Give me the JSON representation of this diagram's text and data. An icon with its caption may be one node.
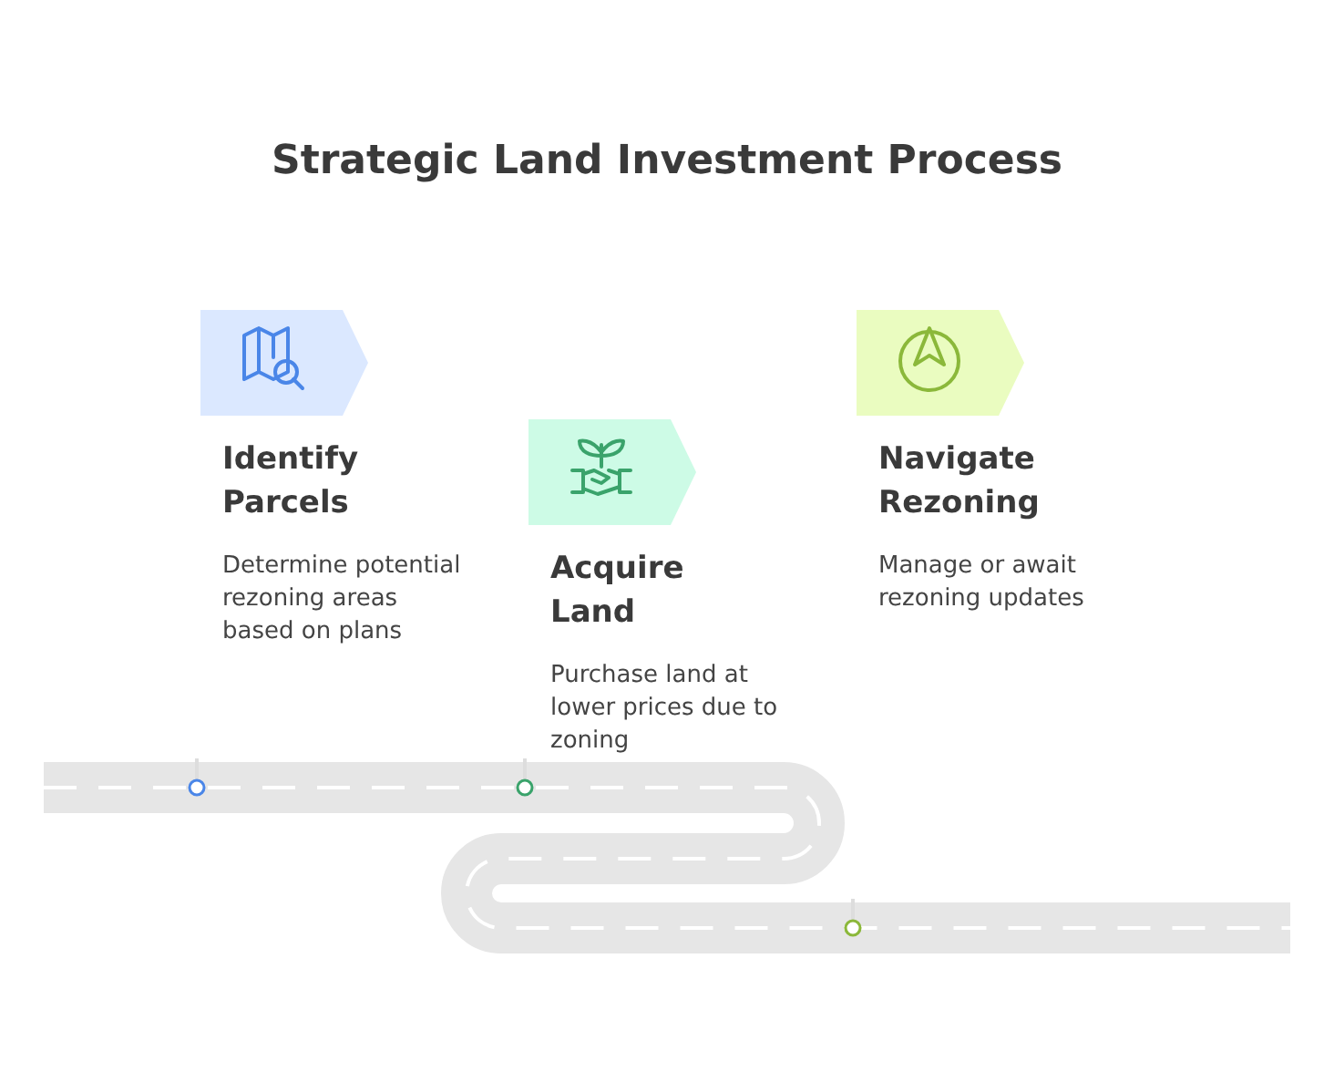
{
  "diagram": {
    "title": "Strategic Land Investment Process",
    "nodes": [
      {
        "text": [
          "Identify Parcels",
          "Determine potential rezoning areas based on plans"
        ]
      },
      {
        "text": [
          "Acquire Land",
          "Purchase land at lower prices due to zoning"
        ]
      },
      {
        "text": [
          "Navigate Rezoning",
          "Manage or await rezoning updates"
        ]
      }
    ],
    "edges": []
  }
}
